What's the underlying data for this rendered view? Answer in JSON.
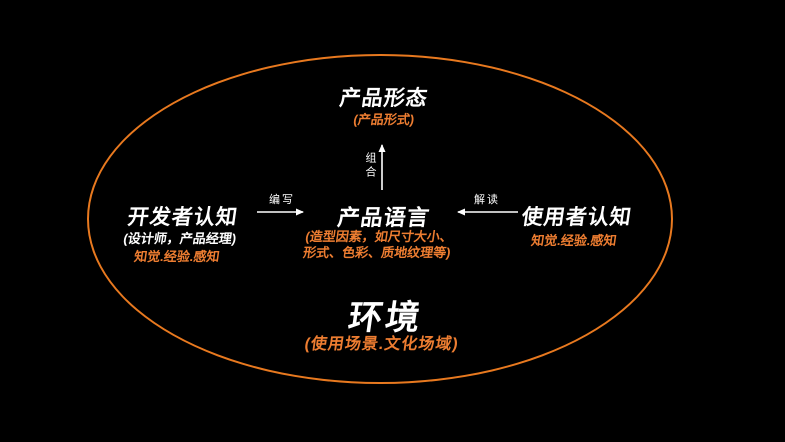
{
  "colors": {
    "background": "#000000",
    "ellipse_stroke": "#E8791F",
    "accent_orange": "#ED7D31",
    "text_white": "#FFFFFF"
  },
  "diagram": {
    "top_node": {
      "title": "产品形态",
      "subtitle": "(产品形式)"
    },
    "center_node": {
      "title": "产品语言",
      "caption_line1": "(造型因素，如尺寸大小、",
      "caption_line2": "形式、色彩、质地纹理等)"
    },
    "left_node": {
      "title": "开发者认知",
      "subtitle": "(设计师，产品经理)",
      "caption": "知觉.经验.感知"
    },
    "right_node": {
      "title": "使用者认知",
      "caption": "知觉.经验.感知"
    },
    "bottom_node": {
      "title": "环境",
      "subtitle": "(使用场景.文化场域)"
    },
    "arrows": {
      "encode_label": "编写",
      "decode_label": "解读",
      "compose_label": "组合"
    }
  }
}
